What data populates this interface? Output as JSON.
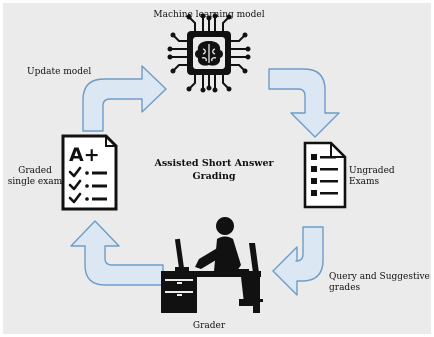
{
  "diagram": {
    "center_title_line1": "Assisted Short Answer",
    "center_title_line2": "Grading",
    "nodes": {
      "model": "Machine learning model",
      "ungraded_line1": "Ungraded",
      "ungraded_line2": "Exams",
      "grader": "Grader",
      "graded_line1": "Graded",
      "graded_line2": "single exam",
      "grade_mark": "A+"
    },
    "edges": {
      "update": "Update model",
      "query_line1": "Query and Suggestive",
      "query_line2": "grades"
    },
    "colors": {
      "arrow_fill": "#dbe8f4",
      "arrow_stroke": "#6f9cc6",
      "icon": "#111111",
      "background": "#ebebeb"
    }
  }
}
